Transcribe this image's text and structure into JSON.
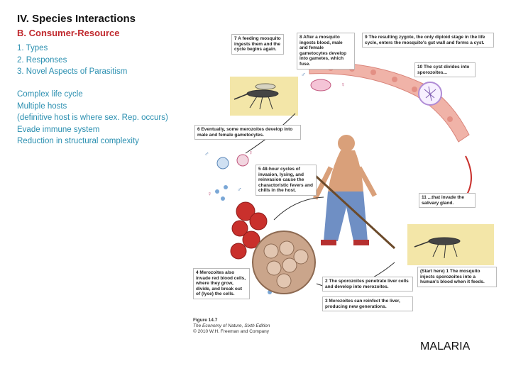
{
  "slide": {
    "title": "IV. Species Interactions",
    "subtitle": "B. Consumer-Resource",
    "topics": [
      "1. Types",
      "2. Responses",
      "3. Novel Aspects of Parasitism"
    ],
    "notes": [
      "Complex life cycle",
      "Multiple hosts",
      "(definitive host is where sex. Rep. occurs)",
      "Evade immune system",
      "Reduction in structural complexity"
    ],
    "footer_label": "MALARIA"
  },
  "figure": {
    "captions": {
      "c7": "7  A feeding mosquito ingests them and the cycle begins again.",
      "c8": "8  After a mosquito ingests blood, male and female gametocytes develop into gametes, which fuse.",
      "c9": "9  The resulting zygote, the only diploid stage in the life cycle, enters the mosquito's gut wall and forms a cyst.",
      "c10": "10  The cyst divides into sporozoites...",
      "c6": "6  Eventually, some merozoites develop into male and female gametocytes.",
      "c5": "5  48-hour cycles of invasion, lysing, and reinvasion cause the charactoristic fevers and chills in the host.",
      "c11": "11  ...that invade the salivary gland.",
      "c4": "4  Merozoites also invade red blood cells, where they grow, divide, and break out of (lyse) the cells.",
      "c_start": "(Start here)  1  The mosquito injects sporozoites into a human's blood when it feeds.",
      "c2": "2  The sporozoites penetrate liver cells and develop into merozoites.",
      "c3": "3  Merozoites can reinfect the liver, producing new generations."
    },
    "credit_line1": "Figure 14.7",
    "credit_line2": "The Economy of Nature, Sixth Edition",
    "credit_line3": "© 2010 W.H. Freeman and Company",
    "sex_symbols": {
      "male": "♂",
      "female": "♀"
    },
    "colors": {
      "heading_red": "#c0282d",
      "body_blue": "#2a8fb0",
      "blood_red": "#c9302c",
      "gut_pink": "#f0b3a8"
    }
  }
}
